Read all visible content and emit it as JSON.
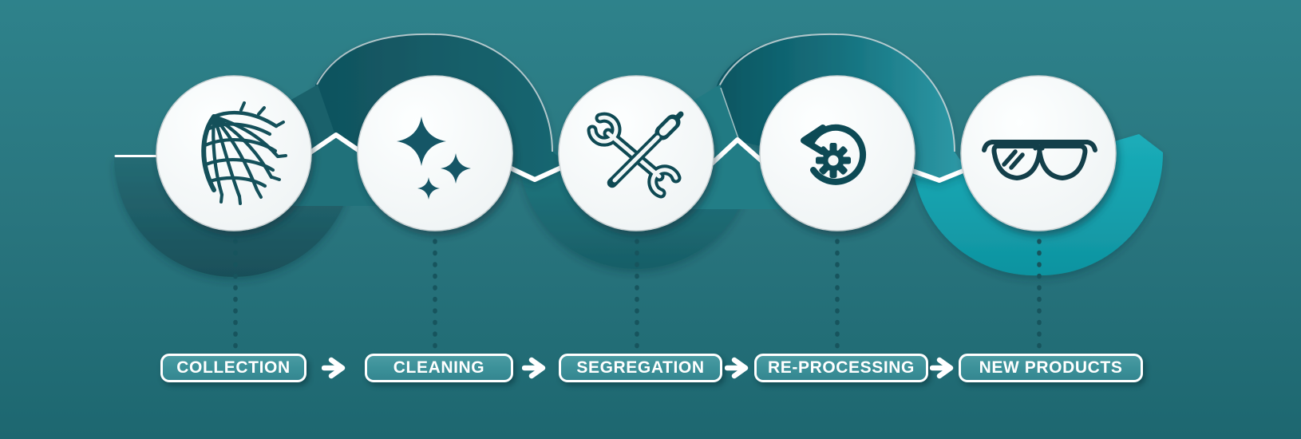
{
  "infographic": {
    "title": "recycling-process-flow",
    "steps": [
      {
        "label": "COLLECTION",
        "icon": "fishing-net-icon"
      },
      {
        "label": "CLEANING",
        "icon": "sparkles-icon"
      },
      {
        "label": "SEGREGATION",
        "icon": "crossed-tools-icon"
      },
      {
        "label": "RE-PROCESSING",
        "icon": "rotate-gear-icon"
      },
      {
        "label": "NEW PRODUCTS",
        "icon": "sunglasses-icon"
      }
    ],
    "colors": {
      "background": "#28757e",
      "ribbon_dark": "#0f4f5b",
      "ribbon_teal": "#1f767e",
      "ribbon_cyan": "#16a7b3",
      "circle_fill": "#f4f8f8",
      "icon_color": "#114b55",
      "pill_fill": "#3d929a",
      "pill_border": "#ffffff",
      "pill_text": "#ffffff",
      "connector_dots": "#17545d",
      "flow_arrow": "#ffffff"
    }
  }
}
